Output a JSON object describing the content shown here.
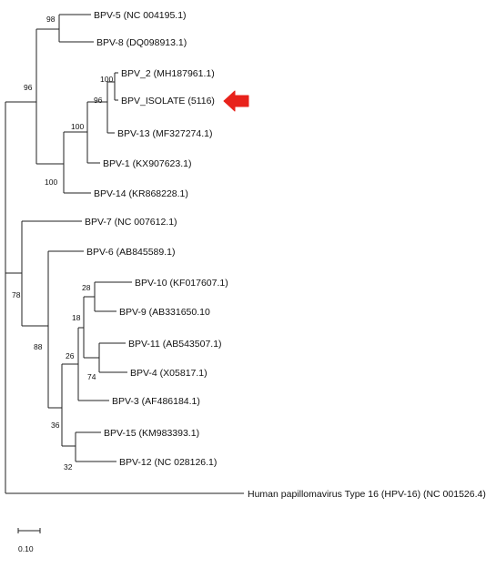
{
  "tree": {
    "leaves": [
      {
        "id": "bpv5",
        "label": "BPV-5 (NC 004195.1)"
      },
      {
        "id": "bpv8",
        "label": "BPV-8 (DQ098913.1)"
      },
      {
        "id": "bpv2",
        "label": "BPV_2 (MH187961.1)"
      },
      {
        "id": "iso",
        "label": "BPV_ISOLATE (5116)"
      },
      {
        "id": "bpv13",
        "label": "BPV-13 (MF327274.1)"
      },
      {
        "id": "bpv1",
        "label": "BPV-1 (KX907623.1)"
      },
      {
        "id": "bpv14",
        "label": "BPV-14 (KR868228.1)"
      },
      {
        "id": "bpv7",
        "label": "BPV-7 (NC 007612.1)"
      },
      {
        "id": "bpv6",
        "label": "BPV-6 (AB845589.1)"
      },
      {
        "id": "bpv10",
        "label": "BPV-10 (KF017607.1)"
      },
      {
        "id": "bpv9",
        "label": "BPV-9 (AB331650.10"
      },
      {
        "id": "bpv11",
        "label": "BPV-11 (AB543507.1)"
      },
      {
        "id": "bpv4",
        "label": "BPV-4 (X05817.1)"
      },
      {
        "id": "bpv3",
        "label": "BPV-3 (AF486184.1)"
      },
      {
        "id": "bpv15",
        "label": "BPV-15 (KM983393.1)"
      },
      {
        "id": "bpv12",
        "label": "BPV-12 (NC 028126.1)"
      },
      {
        "id": "hpv16",
        "label": "Human papillomavirus Type 16 (HPV-16) (NC 001526.4)"
      }
    ],
    "bootstrap": [
      {
        "node": "n_bpv5_bpv8",
        "value": "98"
      },
      {
        "node": "n_bpv2_iso",
        "value": "100"
      },
      {
        "node": "n_iso_bpv13",
        "value": "96"
      },
      {
        "node": "n_iso_bpv1",
        "value": "100"
      },
      {
        "node": "n_iso_bpv14",
        "value": "100"
      },
      {
        "node": "n_clade1",
        "value": "96"
      },
      {
        "node": "n_bpv10_bpv9",
        "value": "28"
      },
      {
        "node": "n_bpv11_bpv4",
        "value": "74"
      },
      {
        "node": "n_bpv9_bpv11",
        "value": "18"
      },
      {
        "node": "n_bpv3_group",
        "value": "26"
      },
      {
        "node": "n_bpv15_bpv12",
        "value": "32"
      },
      {
        "node": "n_xi_group",
        "value": "36"
      },
      {
        "node": "n_bpv6_group",
        "value": "88"
      },
      {
        "node": "n_clade2",
        "value": "78"
      }
    ],
    "scale_bar": {
      "label": "0.10"
    },
    "marker": {
      "target": "iso",
      "color": "#e8221b",
      "icon": "red-arrow-icon"
    },
    "line_color": "#222222"
  }
}
